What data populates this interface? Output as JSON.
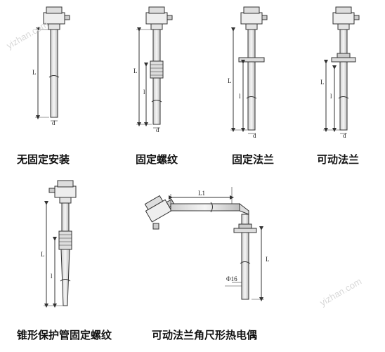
{
  "captions": {
    "c1": "无固定安装",
    "c2": "固定螺纹",
    "c3": "固定法兰",
    "c4": "可动法兰",
    "c5": "锥形保护管固定螺纹",
    "c6": "可动法兰角尺形热电偶"
  },
  "dims": {
    "L": "L",
    "l": "l",
    "d": "d",
    "L1": "L1",
    "phi16": "Φ16"
  },
  "watermarks": {
    "top_left": "yizhan.com",
    "bottom_right": "yizhan.com"
  }
}
